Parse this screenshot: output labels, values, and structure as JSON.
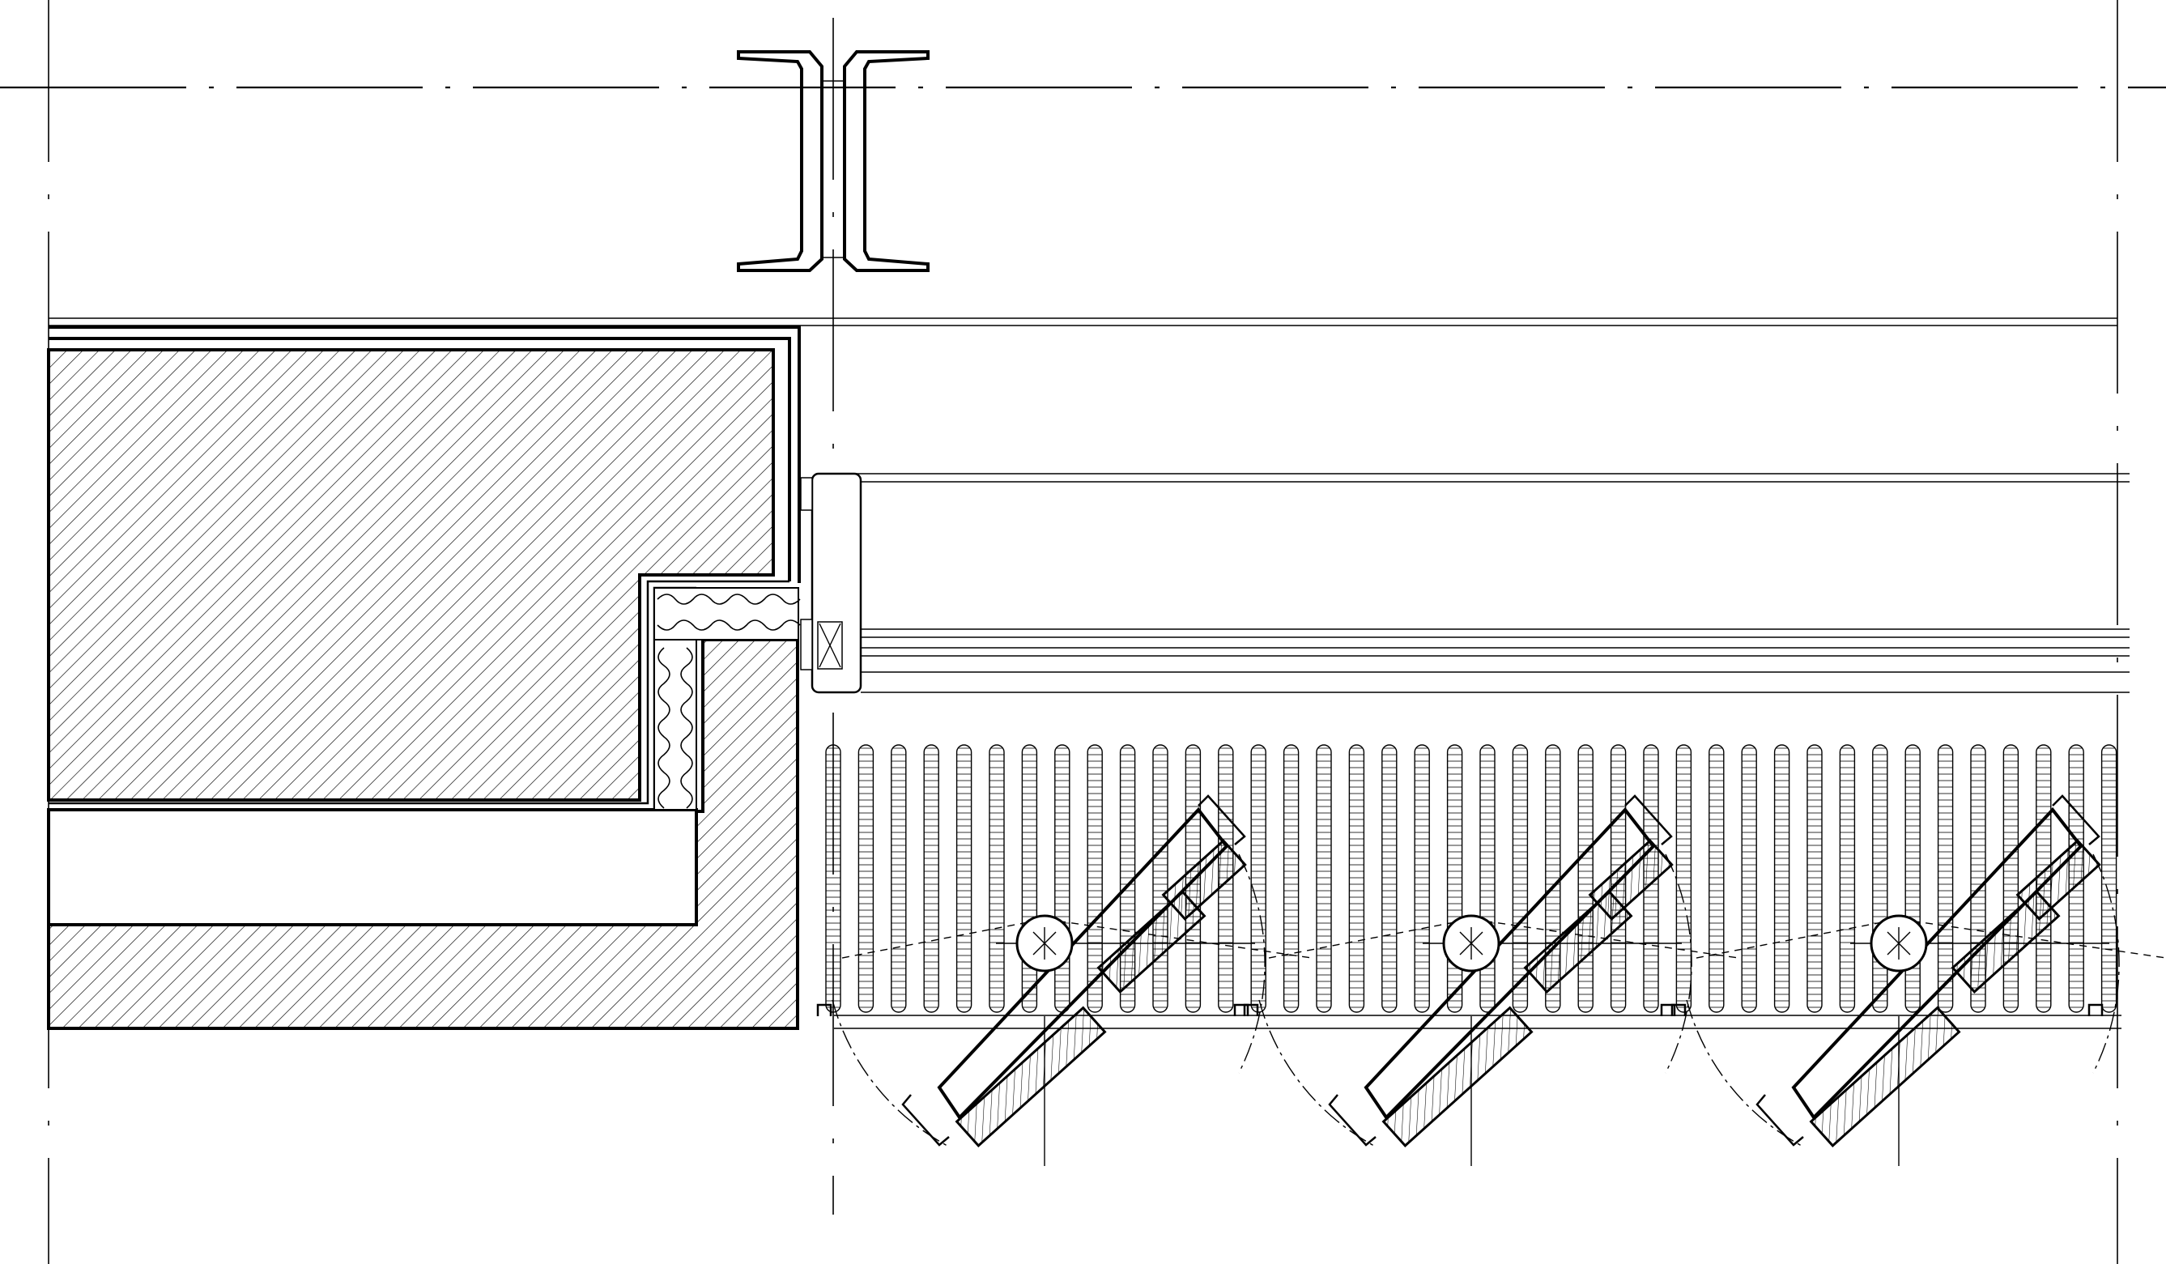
{
  "drawing": {
    "kind": "construction-detail-plan-section",
    "elements": {
      "steel_section": "double-channel-column-icon",
      "wall": "hatched-masonry-wall",
      "insulation": "insulation-batt",
      "glazing": "window-glazing-panels",
      "grating": "vertical-slat-grille",
      "louvres": "pivoting-louvre-blades",
      "louvre_count": 3
    }
  }
}
